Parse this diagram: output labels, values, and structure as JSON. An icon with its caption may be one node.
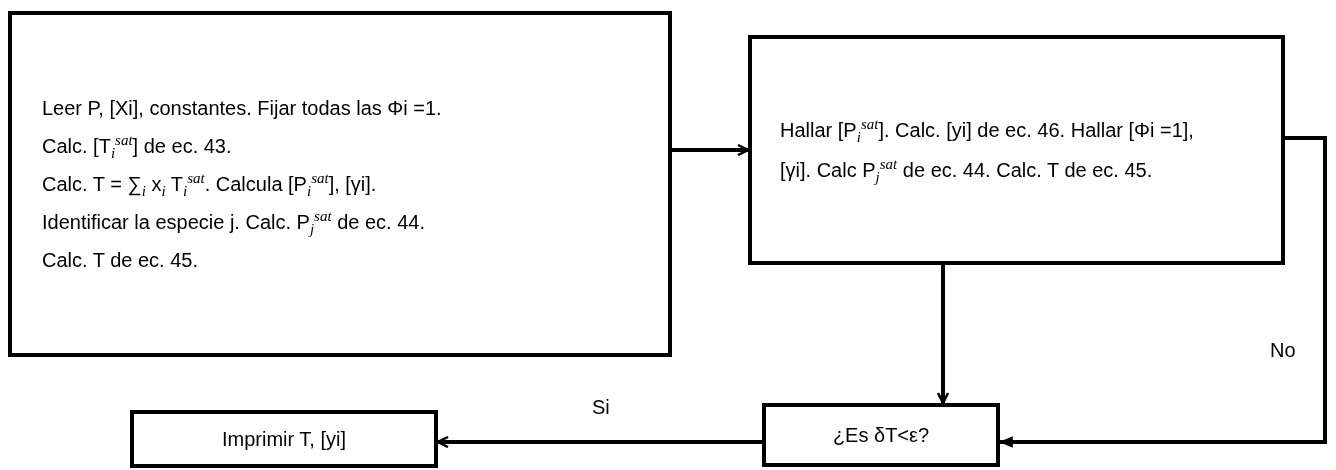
{
  "diagram": {
    "nodes": [
      {
        "text": [
          "Leer P, [Xi], constantes. Fijar todas las Φi =1.",
          "Calc. [T$_{i}$$^{sat}$] de ec. 43.",
          "Calc. T = ∑$_{i}$ x$_{i}$ T$_{i}$$^{sat}$. Calcula [P$_{i}$$^{sat}$], [γi].",
          "Identificar la especie j. Calc. P$_{j}$$^{sat}$ de ec. 44.",
          "Calc. T de ec. 45."
        ]
      },
      {
        "text": [
          "Hallar [P$_{i}$$^{sat}$]. Calc. [yi] de ec. 46. Hallar [Φi =1], [γi]. Calc P$_{j}$$^{sat}$ de ec. 44. Calc. T de ec. 45."
        ]
      },
      {
        "text": [
          "¿Es δT<ε?"
        ]
      },
      {
        "text": [
          "Imprimir T, [yi]"
        ]
      }
    ],
    "edges": [
      {
        "from": 0,
        "to": 1,
        "arrow": "to"
      },
      {
        "from": 1,
        "to": 2,
        "arrow": "to"
      },
      {
        "from": 1,
        "to": 2,
        "arrow": "to",
        "label": "No"
      },
      {
        "from": 2,
        "to": 3,
        "arrow": "to",
        "label": "Si"
      }
    ]
  }
}
